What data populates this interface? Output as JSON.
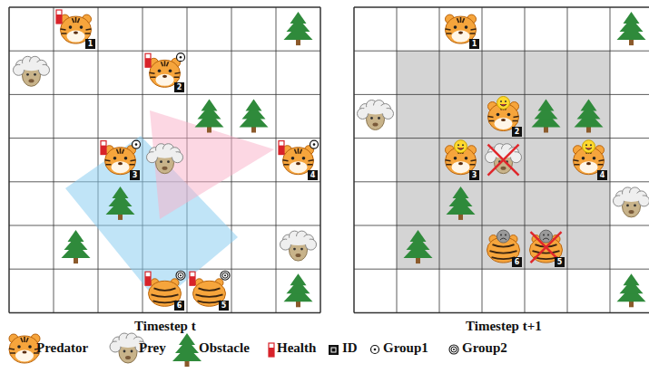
{
  "diagram": {
    "labels": [
      "1",
      "2",
      "3",
      "4",
      "6",
      "5",
      "Timestep t",
      "1",
      "2",
      "3",
      "4",
      "6",
      "5",
      "Timestep t+1"
    ],
    "legend": [
      {
        "text": "Predator"
      },
      {
        "text": "Prey"
      },
      {
        "text": "Obstacle"
      },
      {
        "text": "Health"
      },
      {
        "text": "ID"
      },
      {
        "text": "Group1"
      },
      {
        "text": "Group2"
      }
    ]
  }
}
